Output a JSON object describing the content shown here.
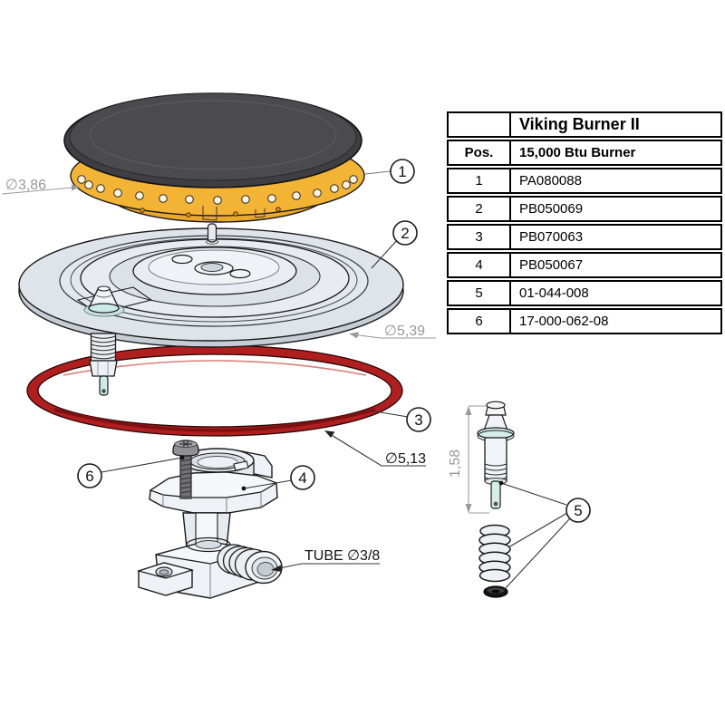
{
  "table": {
    "title": "Viking Burner II",
    "pos_header": "Pos.",
    "model_header": "15,000 Btu Burner",
    "rows": [
      {
        "pos": "1",
        "part": "PA080088"
      },
      {
        "pos": "2",
        "part": "PB050069"
      },
      {
        "pos": "3",
        "part": "PB070063"
      },
      {
        "pos": "4",
        "part": "PB050067"
      },
      {
        "pos": "5",
        "part": "01-044-008"
      },
      {
        "pos": "6",
        "part": "17-000-062-08"
      }
    ]
  },
  "diagram": {
    "balloons": [
      {
        "n": "1"
      },
      {
        "n": "2"
      },
      {
        "n": "3"
      },
      {
        "n": "4"
      },
      {
        "n": "5"
      },
      {
        "n": "6"
      }
    ],
    "dims": {
      "cap_diameter": "∅3,86",
      "plate_diameter": "∅5,39",
      "oring_diameter": "∅5,13",
      "electrode_height": "1,58",
      "tube_label": "TUBE ∅3/8"
    }
  },
  "colors": {
    "burner_ring_yellow": "#F3B335",
    "burner_skirt_yellow": "#ECA82C",
    "cap_dark_gray": "#4A4A4F",
    "plate_light_gray": "#DFE4EB",
    "oring_red": "#B01F1F",
    "electrode_teal": "#CBE9E6",
    "dim_text_gray": "#999999"
  }
}
